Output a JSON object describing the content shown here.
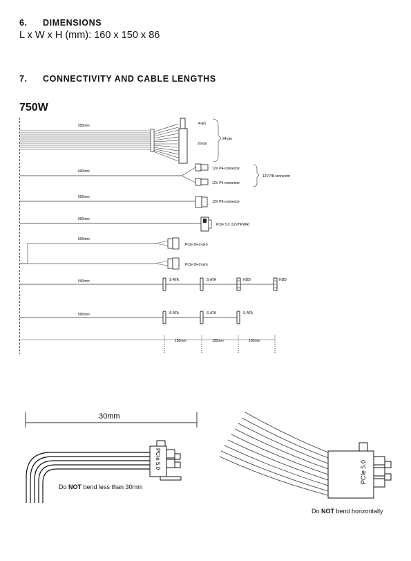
{
  "section6": {
    "number": "6.",
    "title": "DIMENSIONS",
    "text": "L x W x H (mm): 160 x 150 x 86"
  },
  "section7": {
    "number": "7.",
    "title": "CONNECTIVITY AND CABLE LENGTHS"
  },
  "model": "750W",
  "diagram": {
    "atx": {
      "length": "550mm",
      "pin4": "4-pin",
      "pin20": "20-pin",
      "pin24": "24-pin"
    },
    "cpu": {
      "length": "600mm",
      "p4a": "12V P4-connector",
      "p4b": "12V P4-connector",
      "p8": "12V P8-connector"
    },
    "cpu2": {
      "length": "600mm",
      "p8": "12V P8-connector"
    },
    "pcie5": {
      "length": "600mm",
      "label": "PCIe 5.0 (12VHPWR)"
    },
    "pcie": {
      "length": "500mm",
      "a": "PCIe (6+2-pin)",
      "b": "PCIe (6+2-pin)"
    },
    "sata1": {
      "length": "500mm",
      "s1": "S-ATA",
      "s2": "S-ATA",
      "h1": "HDD",
      "h2": "HDD"
    },
    "sata2": {
      "length": "500mm",
      "s1": "S-ATA",
      "s2": "S-ATA",
      "s3": "S-ATA"
    },
    "spacing": [
      "150mm",
      "150mm",
      "150mm"
    ]
  },
  "bend": {
    "dimension": "30mm",
    "connector_label": "PCIe 5.0",
    "note_left": {
      "pre": "Do ",
      "strong": "NOT",
      "post": " bend less than 30mm"
    },
    "note_right": {
      "pre": "Do ",
      "strong": "NOT",
      "post": " bend horizontally"
    }
  }
}
